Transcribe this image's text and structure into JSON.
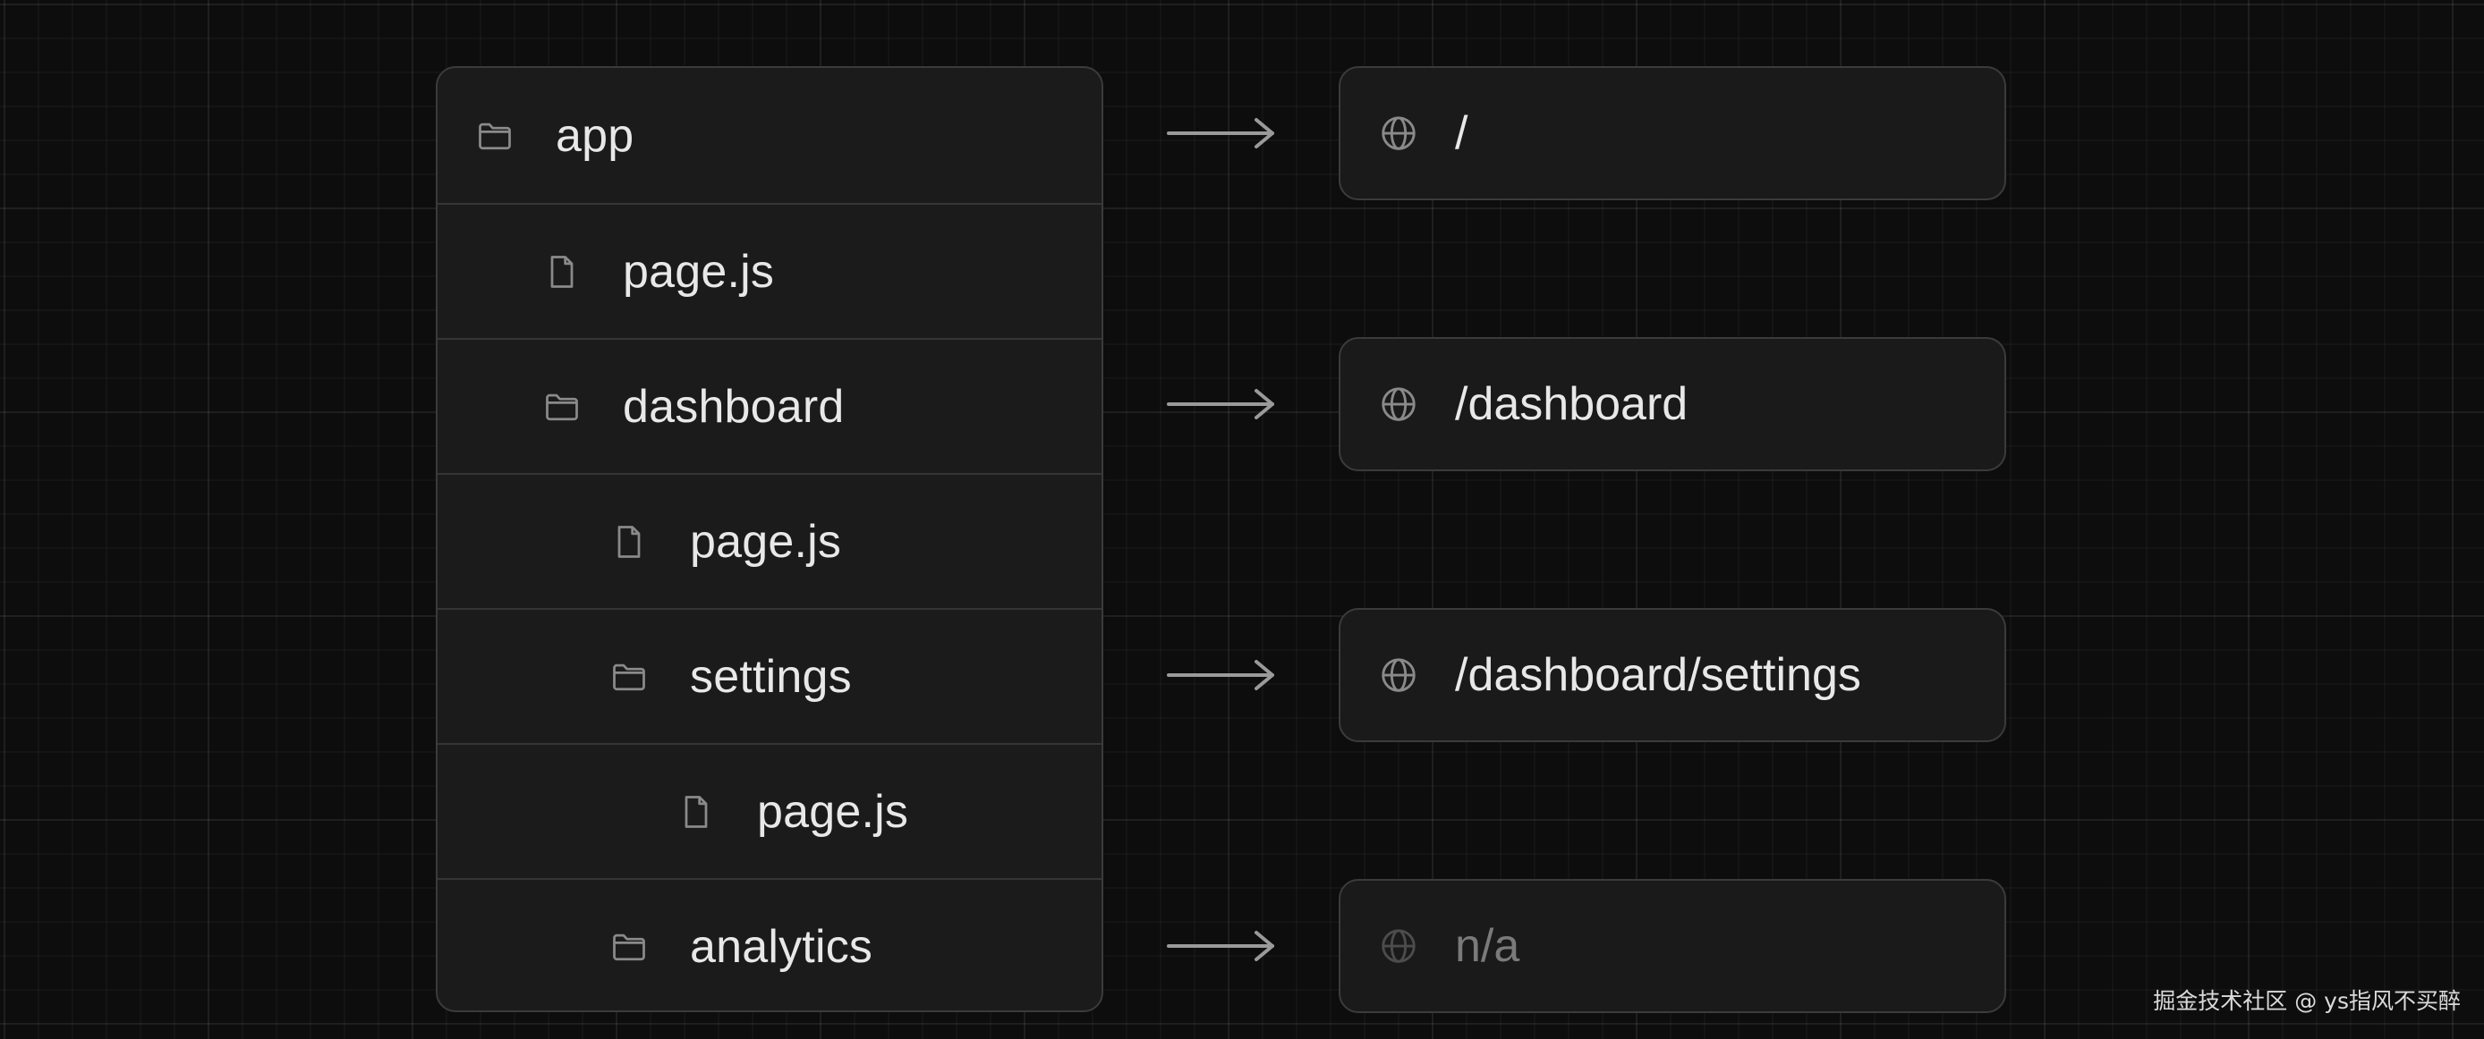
{
  "tree": {
    "rows": [
      {
        "name": "app",
        "icon": "folder-icon"
      },
      {
        "name": "page.js",
        "icon": "file-icon"
      },
      {
        "name": "dashboard",
        "icon": "folder-icon"
      },
      {
        "name": "page.js",
        "icon": "file-icon"
      },
      {
        "name": "settings",
        "icon": "folder-icon"
      },
      {
        "name": "page.js",
        "icon": "file-icon"
      },
      {
        "name": "analytics",
        "icon": "folder-icon"
      }
    ]
  },
  "routes": [
    {
      "path": "/",
      "icon": "globe-icon"
    },
    {
      "path": "/dashboard",
      "icon": "globe-icon"
    },
    {
      "path": "/dashboard/settings",
      "icon": "globe-icon"
    },
    {
      "path": "n/a",
      "icon": "globe-icon"
    }
  ],
  "watermark": "掘金技术社区 @ ys指风不买醉",
  "colors": {
    "background": "#0d0d0d",
    "card": "#1b1b1b",
    "border": "#3b3b3b",
    "text": "#e8e8e8",
    "muted_text": "#7a7a7a",
    "icon": "#8a8a8a"
  }
}
